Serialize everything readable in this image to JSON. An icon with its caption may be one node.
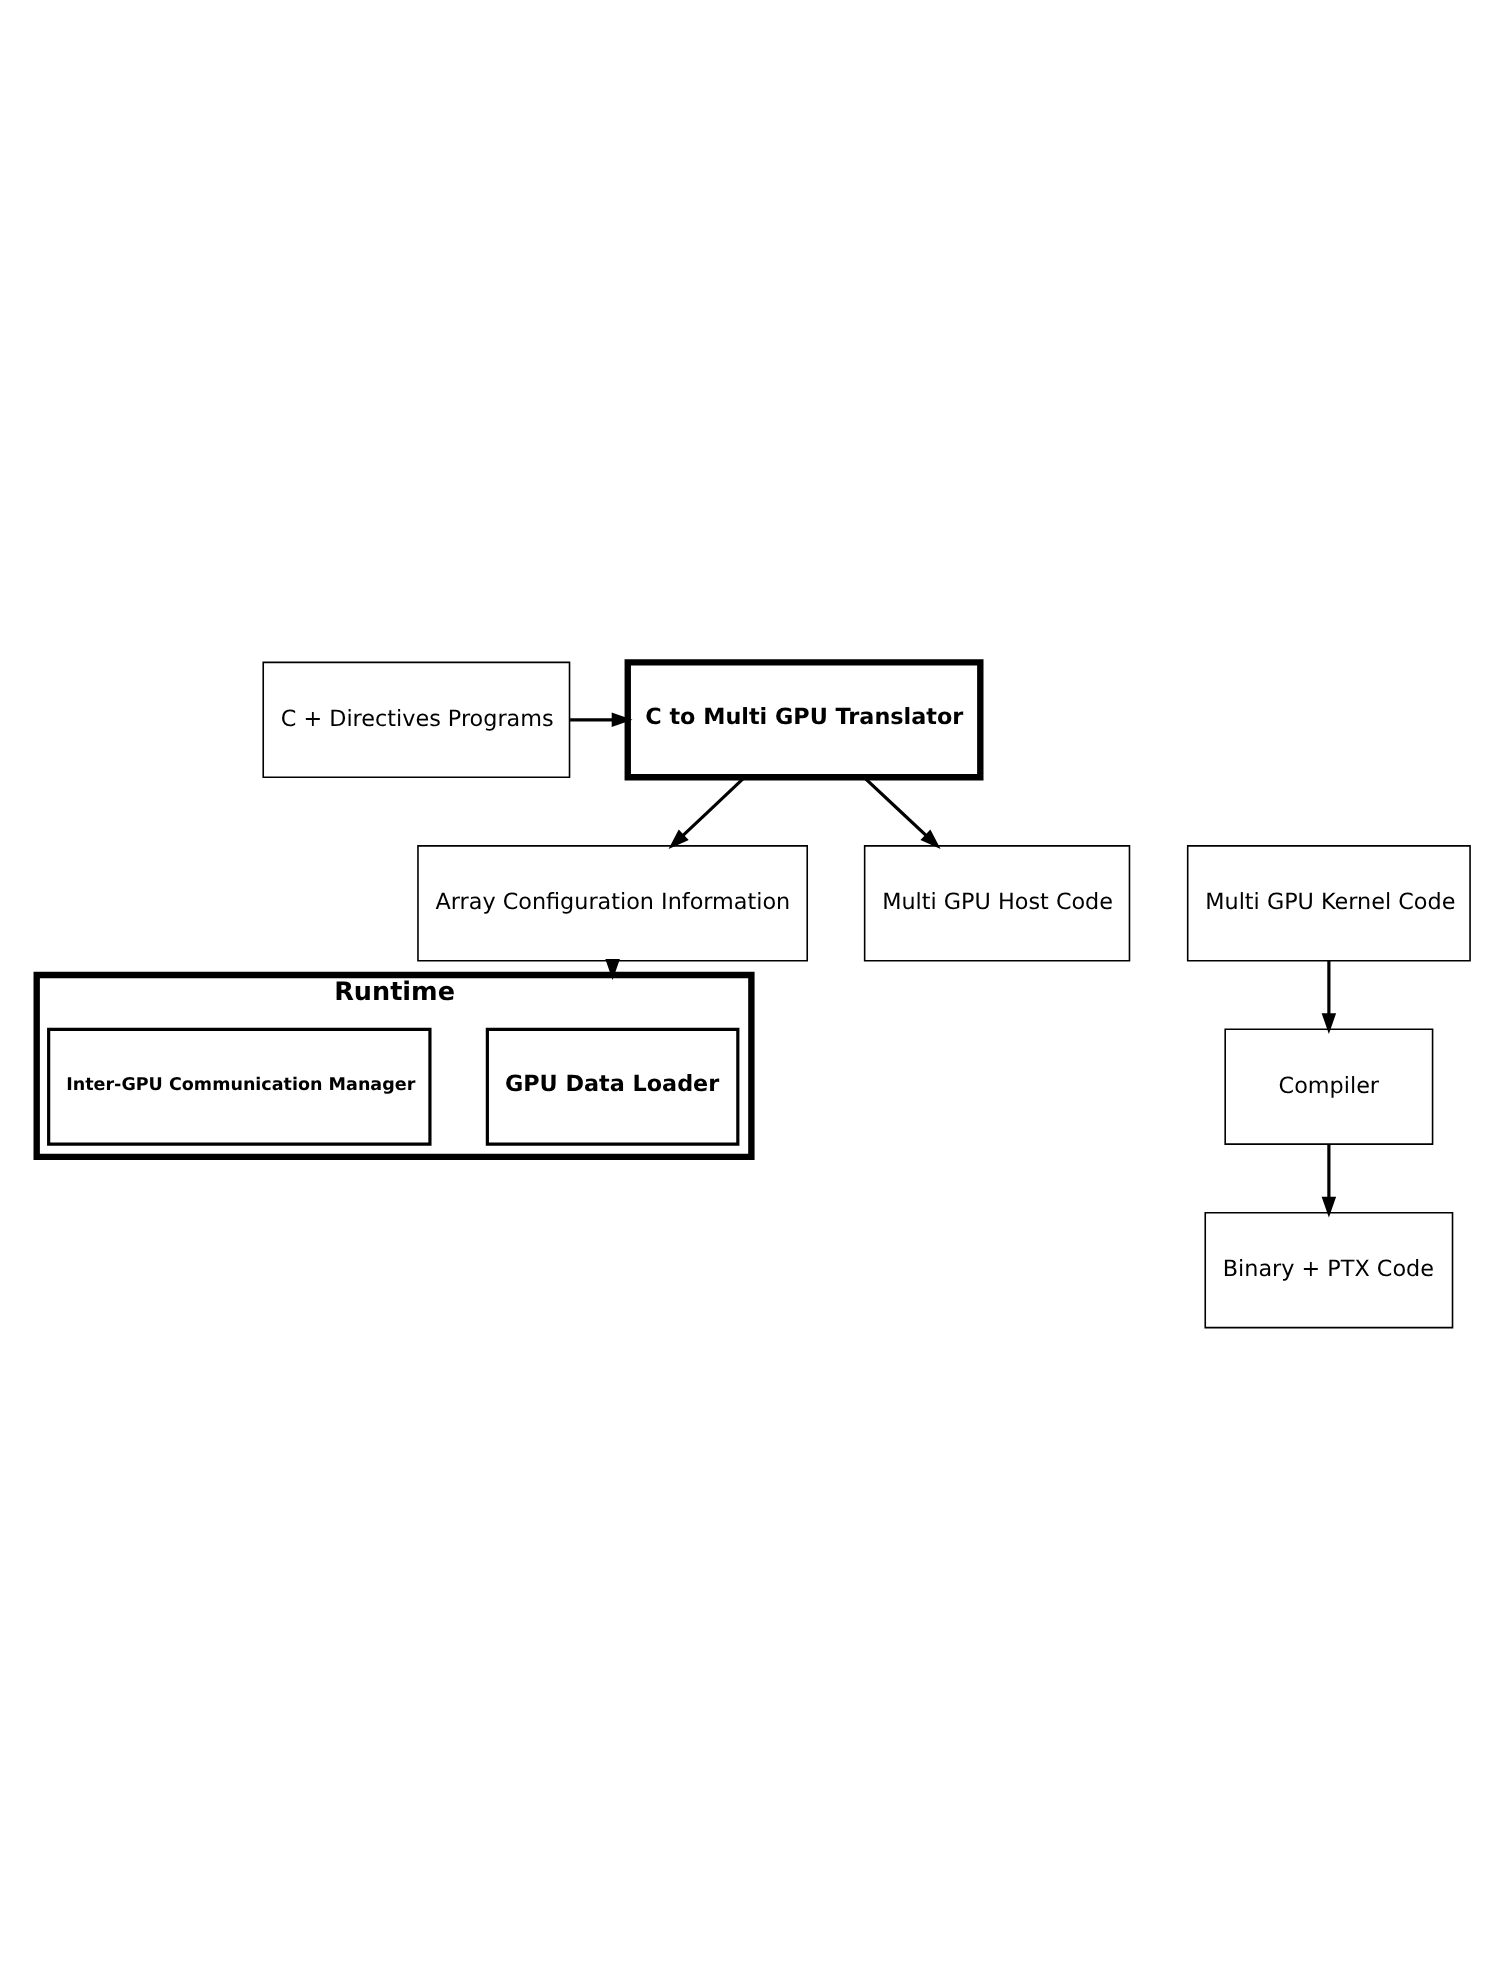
{
  "diagram": {
    "nodes": [
      {
        "text": [
          "C + Directives Programs"
        ]
      },
      {
        "text": [
          "C to Multi GPU Translator"
        ]
      },
      {
        "text": [
          "Array Configuration Information"
        ]
      },
      {
        "text": [
          "Multi GPU Host Code"
        ]
      },
      {
        "text": [
          "Multi GPU Kernel Code"
        ]
      },
      {
        "text": [
          "Compiler"
        ]
      },
      {
        "text": [
          "Runtime"
        ]
      },
      {
        "text": [
          "GPU Data Loader"
        ],
        "in": 6
      },
      {
        "text": [
          "Inter-GPU Communication Manager"
        ],
        "in": 6
      },
      {
        "text": [
          "Binary + PTX Code"
        ]
      }
    ],
    "edges": [
      {
        "from": 0,
        "to": 1,
        "arrow": "to"
      },
      {
        "from": 1,
        "to": 2,
        "arrow": "to"
      },
      {
        "from": 1,
        "to": 3,
        "arrow": "to"
      },
      {
        "from": 4,
        "to": 5,
        "arrow": "to"
      },
      {
        "from": 2,
        "to": 6,
        "arrow": "to"
      },
      {
        "from": 5,
        "to": 9,
        "arrow": "to"
      }
    ]
  }
}
